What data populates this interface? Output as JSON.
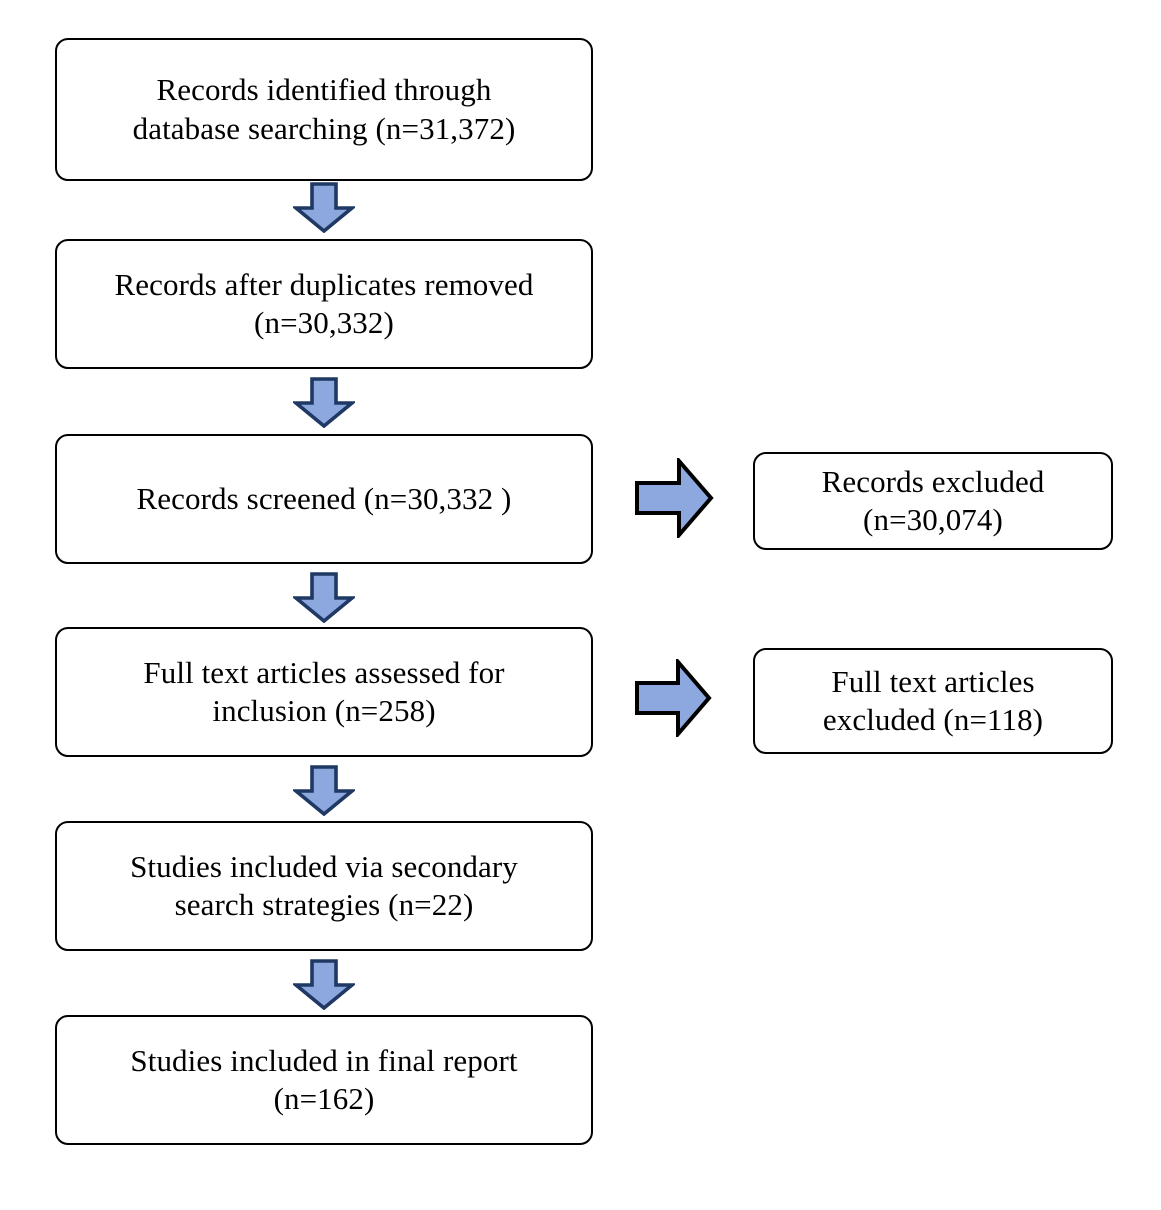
{
  "diagram": {
    "title": "PRISMA study selection flow diagram",
    "colors": {
      "arrow_fill": "#8CA8DE",
      "arrow_stroke": "#1F3864",
      "box_border": "#000000",
      "box_fill": "#FFFFFF",
      "text": "#000000",
      "background": "#FFFFFF"
    },
    "main_flow": [
      {
        "id": "identified",
        "label": "Records identified through\ndatabase searching (n=31,372)",
        "count": 31372
      },
      {
        "id": "after-duplicates",
        "label": "Records after duplicates removed\n(n=30,332)",
        "count": 30332
      },
      {
        "id": "screened",
        "label": "Records screened (n=30,332 )",
        "count": 30332
      },
      {
        "id": "fulltext-assessed",
        "label": "Full text articles assessed for\ninclusion (n=258)",
        "count": 258
      },
      {
        "id": "secondary-search",
        "label": "Studies included via secondary\nsearch strategies (n=22)",
        "count": 22
      },
      {
        "id": "final-report",
        "label": "Studies included in final report\n(n=162)",
        "count": 162
      }
    ],
    "exclusions": [
      {
        "id": "records-excluded",
        "label": "Records excluded\n(n=30,074)",
        "count": 30074,
        "from": "screened"
      },
      {
        "id": "fulltext-excluded",
        "label": "Full text articles\nexcluded (n=118)",
        "count": 118,
        "from": "fulltext-assessed"
      }
    ],
    "connectors": {
      "down_arrows": 5,
      "right_arrows": 2,
      "down_arrow_icon": "arrow-down-icon",
      "right_arrow_icon": "arrow-right-icon"
    }
  }
}
